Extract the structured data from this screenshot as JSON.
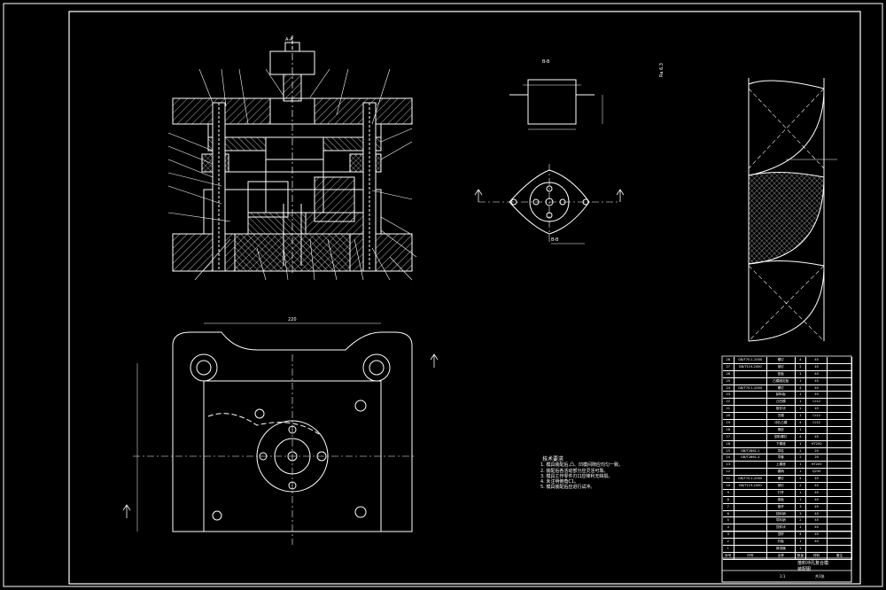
{
  "drawing": {
    "type": "CAD assembly drawing",
    "background": "#000000",
    "line_color": "#ffffff",
    "accent_color": "#00ffff"
  },
  "section_view": {
    "label": "A-A"
  },
  "part_views": {
    "top_label": "B-B",
    "bottom_label": "B-B"
  },
  "roughness_note": {
    "label": "Ra 6.3"
  },
  "overall_dimension": {
    "text": "220"
  },
  "tech_notes": {
    "title": "技术要求",
    "lines": [
      "1. 模具装配后,凸、凹模间隙应均匀一致。",
      "2. 装配后各活动部分应灵活可靠。",
      "3. 模具工作零件刃口应锋利无缺损。",
      "4. 未注明倒角C1。",
      "5. 模具装配后应进行试冲。"
    ]
  },
  "bom": {
    "rows": [
      [
        "28",
        "GB/T70.1-2000",
        "螺钉",
        "4",
        "45",
        ""
      ],
      [
        "27",
        "GB/T119-2000",
        "销钉",
        "2",
        "45",
        ""
      ],
      [
        "26",
        "",
        "垫板",
        "1",
        "45",
        ""
      ],
      [
        "25",
        "",
        "凸模固定板",
        "1",
        "45",
        ""
      ],
      [
        "24",
        "GB/T70.1-2000",
        "螺钉",
        "4",
        "45",
        ""
      ],
      [
        "23",
        "",
        "卸料板",
        "1",
        "45",
        ""
      ],
      [
        "22",
        "",
        "凸凹模",
        "1",
        "Cr12",
        ""
      ],
      [
        "21",
        "",
        "推件块",
        "1",
        "45",
        ""
      ],
      [
        "20",
        "",
        "凹模",
        "1",
        "Cr12",
        ""
      ],
      [
        "19",
        "",
        "冲孔凸模",
        "4",
        "Cr12",
        ""
      ],
      [
        "18",
        "",
        "橡胶",
        "1",
        "",
        ""
      ],
      [
        "17",
        "",
        "卸料螺钉",
        "4",
        "45",
        ""
      ],
      [
        "16",
        "",
        "下模座",
        "1",
        "HT200",
        ""
      ],
      [
        "15",
        "GB/T2861.1",
        "导柱",
        "2",
        "20",
        ""
      ],
      [
        "14",
        "GB/T2861.3",
        "导套",
        "2",
        "20",
        ""
      ],
      [
        "13",
        "",
        "上模座",
        "1",
        "HT200",
        ""
      ],
      [
        "12",
        "",
        "模柄",
        "1",
        "Q235",
        ""
      ],
      [
        "11",
        "GB/T70.1-2000",
        "螺钉",
        "4",
        "45",
        ""
      ],
      [
        "10",
        "GB/T119-2000",
        "销钉",
        "2",
        "45",
        ""
      ],
      [
        "9",
        "",
        "打杆",
        "1",
        "45",
        ""
      ],
      [
        "8",
        "",
        "推板",
        "1",
        "45",
        ""
      ],
      [
        "7",
        "",
        "推杆",
        "3",
        "45",
        ""
      ],
      [
        "6",
        "",
        "挡料销",
        "3",
        "45",
        ""
      ],
      [
        "5",
        "",
        "导料销",
        "2",
        "45",
        ""
      ],
      [
        "4",
        "",
        "顶件块",
        "1",
        "45",
        ""
      ],
      [
        "3",
        "",
        "顶杆",
        "4",
        "45",
        ""
      ],
      [
        "2",
        "",
        "托板",
        "1",
        "45",
        ""
      ],
      [
        "1",
        "",
        "弹顶器",
        "1",
        "",
        ""
      ]
    ],
    "header": [
      "序号",
      "代号",
      "名称",
      "数量",
      "材料",
      "备注"
    ],
    "title_block_title": "落料冲孔复合模",
    "title_block_sub": "装配图",
    "scale": "1:1",
    "sheet": "共1张"
  }
}
